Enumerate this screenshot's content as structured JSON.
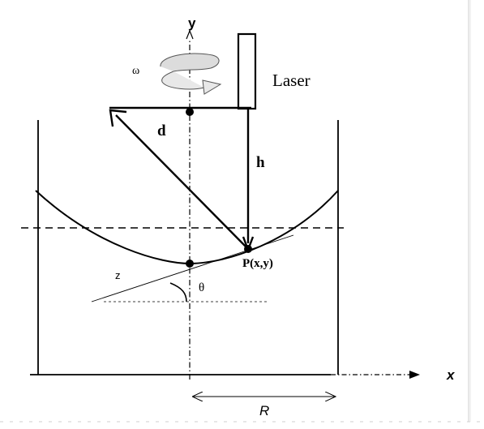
{
  "labels": {
    "y_axis": "y",
    "x_axis": "x",
    "omega": "ω",
    "laser": "Laser",
    "d": "d",
    "h": "h",
    "point": "P(x,y)",
    "z": "z",
    "theta": "θ",
    "radius": "R"
  },
  "colors": {
    "stroke": "#000000",
    "rotation_arrow": "#d3d3d3",
    "border": "#c8c8c8"
  }
}
